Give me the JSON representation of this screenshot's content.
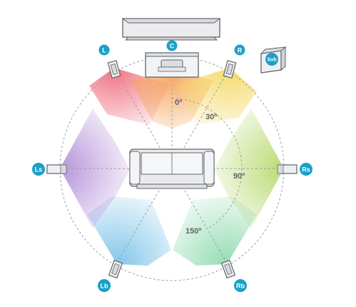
{
  "speakers": {
    "center": "C",
    "left": "L",
    "right": "R",
    "left_surround": "Ls",
    "right_surround": "Rs",
    "left_back": "Lb",
    "right_back": "Rb",
    "subwoofer": "Sub"
  },
  "angles": {
    "front": "0º",
    "front_side": "30º",
    "side": "90º",
    "back": "150º"
  },
  "colors": {
    "badge": "#1aa0c8",
    "outline": "#5f6368",
    "device_fill": "#e9eaec",
    "dash": "#9a9ea3",
    "left_beam": "#ee6a7a",
    "center_beam": "#f5a25a",
    "right_beam": "#f4d860",
    "right_surround_beam": "#b6d86a",
    "right_back_beam": "#8fdab0",
    "left_back_beam": "#7cc3e8",
    "left_surround_beam": "#b28fd8"
  }
}
